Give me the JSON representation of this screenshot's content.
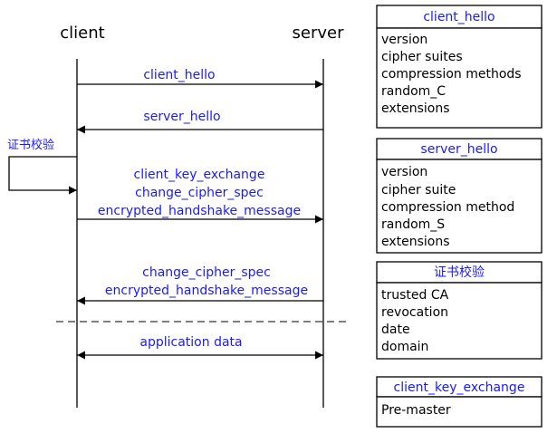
{
  "participants": {
    "client": "client",
    "server": "server"
  },
  "messages": [
    {
      "direction": "to-server",
      "lines": [
        "client_hello"
      ]
    },
    {
      "direction": "to-client",
      "lines": [
        "server_hello"
      ]
    },
    {
      "direction": "to-server",
      "lines": [
        "client_key_exchange",
        "change_cipher_spec",
        "encrypted_handshake_message"
      ]
    },
    {
      "direction": "to-client",
      "lines": [
        "change_cipher_spec",
        "encrypted_handshake_message"
      ]
    },
    {
      "direction": "both",
      "lines": [
        "application data"
      ]
    }
  ],
  "self_check": {
    "label": "证书校验"
  },
  "boxes": [
    {
      "title": "client_hello",
      "fields": [
        "version",
        "cipher suites",
        "compression methods",
        "random_C",
        "extensions"
      ]
    },
    {
      "title": "server_hello",
      "fields": [
        "version",
        "cipher suite",
        "compression method",
        "random_S",
        "extensions"
      ]
    },
    {
      "title": "证书校验",
      "fields": [
        "trusted CA",
        "revocation",
        "date",
        "domain"
      ]
    },
    {
      "title": "client_key_exchange",
      "fields": [
        "Pre-master"
      ]
    }
  ],
  "colors": {
    "label_blue": "#1a1aff",
    "line": "#000000",
    "background": "#ffffff"
  }
}
